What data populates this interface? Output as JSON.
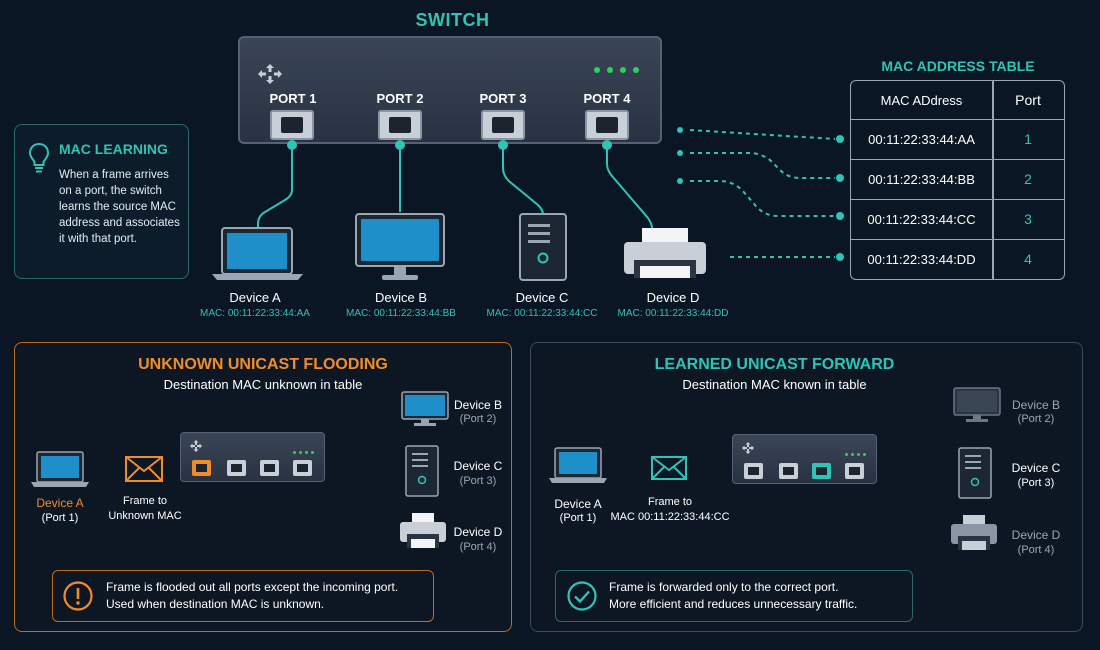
{
  "title": "SWITCH",
  "ports": [
    "PORT 1",
    "PORT 2",
    "PORT 3",
    "PORT 4"
  ],
  "devices": [
    {
      "name": "Device A",
      "mac": "MAC: 00:11:22:33:44:AA"
    },
    {
      "name": "Device B",
      "mac": "MAC: 00:11:22:33:44:BB"
    },
    {
      "name": "Device C",
      "mac": "MAC: 00:11:22:33:44:CC"
    },
    {
      "name": "Device D",
      "mac": "MAC: 00:11:22:33:44:DD"
    }
  ],
  "learning": {
    "title": "MAC LEARNING",
    "text": "When a frame arrives on a port, the switch learns the source MAC address and associates it with that port."
  },
  "mac_table": {
    "title": "MAC ADDRESS TABLE",
    "headers": [
      "MAC ADdress",
      "Port"
    ],
    "rows": [
      {
        "mac": "00:11:22:33:44:AA",
        "port": "1"
      },
      {
        "mac": "00:11:22:33:44:BB",
        "port": "2"
      },
      {
        "mac": "00:11:22:33:44:CC",
        "port": "3"
      },
      {
        "mac": "00:11:22:33:44:DD",
        "port": "4"
      }
    ]
  },
  "flooding": {
    "title": "UNKNOWN UNICAST FLOODING",
    "subtitle": "Destination MAC unknown in table",
    "source_name": "Device A",
    "source_port": "(Port 1)",
    "frame_label_1": "Frame to",
    "frame_label_2": "Unknown MAC",
    "targets": [
      {
        "name": "Device B",
        "port": "(Port 2)"
      },
      {
        "name": "Device C",
        "port": "(Port 3)"
      },
      {
        "name": "Device D",
        "port": "(Port 4)"
      }
    ],
    "note_1": "Frame is flooded out all ports except the incoming port.",
    "note_2": "Used when destination MAC is unknown."
  },
  "forward": {
    "title": "LEARNED UNICAST FORWARD",
    "subtitle": "Destination MAC known in table",
    "source_name": "Device A",
    "source_port": "(Port 1)",
    "frame_label_1": "Frame to",
    "frame_label_2": "MAC 00:11:22:33:44:CC",
    "targets": [
      {
        "name": "Device B",
        "port": "(Port 2)"
      },
      {
        "name": "Device C",
        "port": "(Port 3)"
      },
      {
        "name": "Device D",
        "port": "(Port 4)"
      }
    ],
    "note_1": "Frame is forwarded only to the correct port.",
    "note_2": "More efficient and reduces unnecessary traffic."
  },
  "colors": {
    "accent": "#2ec4b6",
    "flood": "#f28c28",
    "background": "#0b1624"
  },
  "icons": [
    "move-icon",
    "lightbulb-icon",
    "laptop-icon",
    "monitor-icon",
    "tower-icon",
    "printer-icon",
    "envelope-icon",
    "warning-icon",
    "check-icon"
  ]
}
